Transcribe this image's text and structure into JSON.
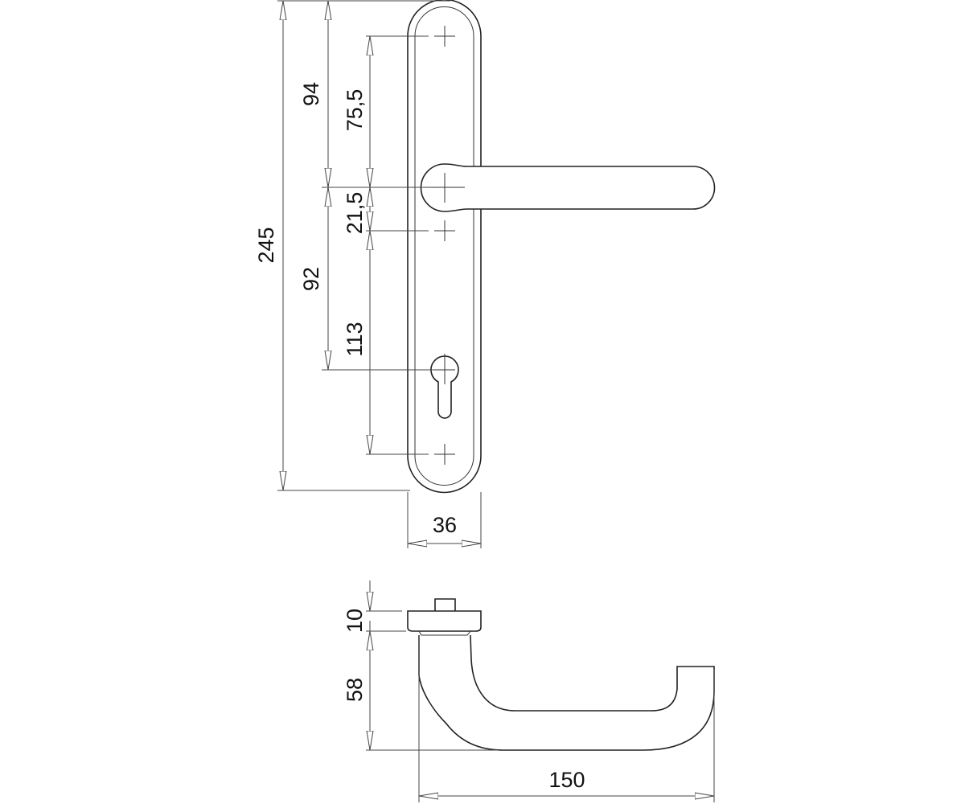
{
  "drawing": {
    "front_view": {
      "dimensions": {
        "overall_height": "245",
        "top_to_lever_axis": "94",
        "lever_axis_to_cylinder": "92",
        "top_screw_to_lever_axis": "75,5",
        "lever_axis_to_screw": "21,5",
        "screw_to_bottom_screw": "113",
        "plate_width": "36"
      }
    },
    "side_view": {
      "dimensions": {
        "rose_thickness": "10",
        "lever_projection": "58",
        "lever_length": "150"
      }
    },
    "line_color": "#222222"
  }
}
